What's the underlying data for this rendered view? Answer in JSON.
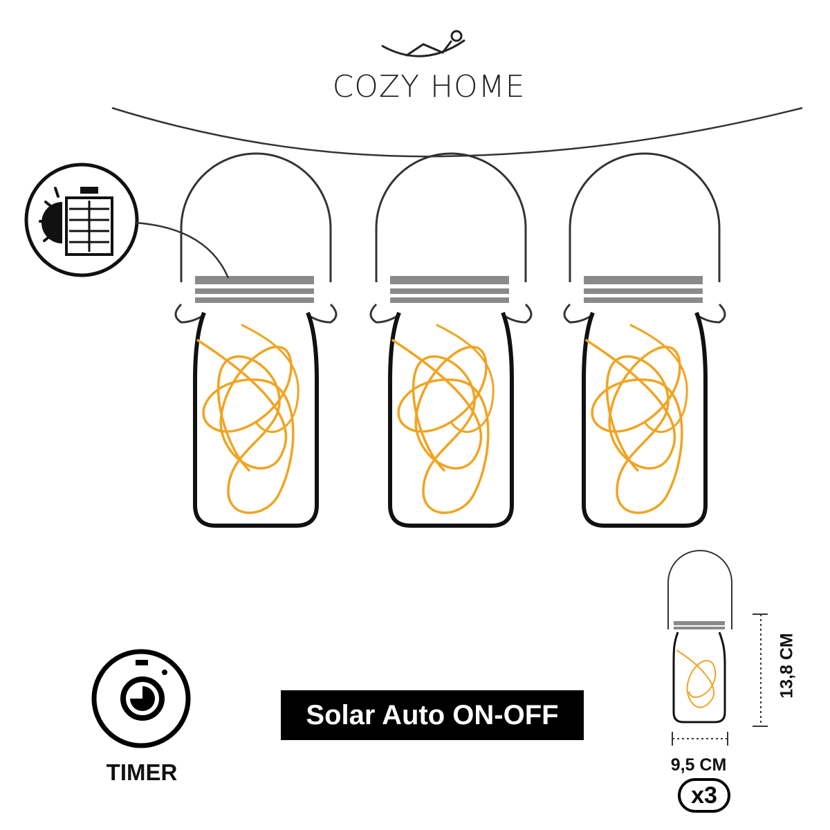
{
  "brand": {
    "name": "COZY HOME",
    "logo_icon": "hammock-person-icon"
  },
  "feature_badge": {
    "text": "Solar Auto ON-OFF"
  },
  "timer": {
    "label": "TIMER",
    "icon": "timer-icon"
  },
  "solar_panel": {
    "icon": "solar-panel-icon"
  },
  "dimensions": {
    "width": "9,5 CM",
    "height": "13,8 CM"
  },
  "quantity": {
    "label": "x3"
  },
  "colors": {
    "filament": "#f0a421",
    "outline": "#111111",
    "lid": "#8a8a8a"
  }
}
